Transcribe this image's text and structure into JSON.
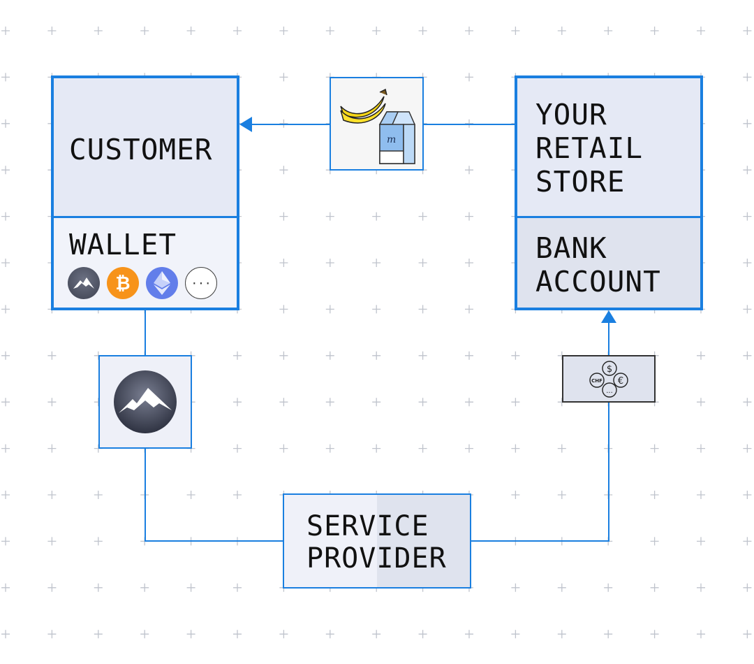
{
  "customer": {
    "title": "CUSTOMER",
    "wallet_label": "WALLET"
  },
  "wallet_coins": [
    {
      "icon": "mountain-coin-icon",
      "color": "#5a5f70"
    },
    {
      "icon": "bitcoin-icon",
      "color": "#f7931a",
      "glyph": "₿"
    },
    {
      "icon": "ethereum-icon",
      "color": "#627eea"
    },
    {
      "icon": "more-icon",
      "color": "#ffffff",
      "glyph": "···"
    }
  ],
  "store": {
    "title": "YOUR\nRETAIL\nSTORE",
    "bank_label": "BANK\nACCOUNT"
  },
  "provider": {
    "title": "SERVICE\nPROVIDER"
  },
  "fx_icon": {
    "labels": [
      "$",
      "CHF",
      "€",
      "..."
    ]
  },
  "colors": {
    "accent": "#1a7fe0",
    "box_light": "#e5e9f5",
    "box_dark": "#dfe3ee",
    "grid": "#bfc3cc"
  }
}
